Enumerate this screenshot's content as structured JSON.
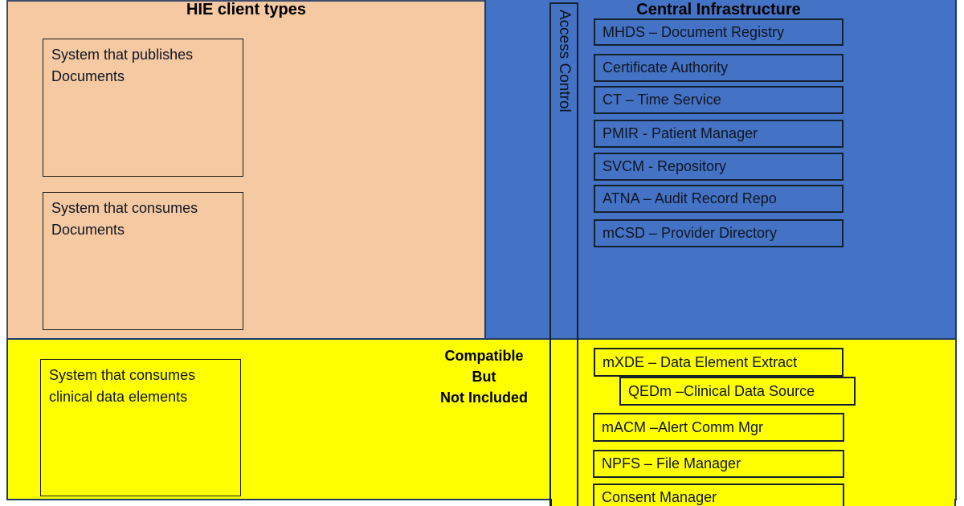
{
  "hie_clients": {
    "title": "HIE client types",
    "publish_box": "System that publishes Documents",
    "consume_box": "System that consumes Documents"
  },
  "access_control": {
    "label": "Access Control"
  },
  "central_infrastructure": {
    "title": "Central Infrastructure",
    "items": [
      "MHDS – Document Registry",
      "Certificate Authority",
      "CT – Time Service",
      "PMIR - Patient Manager",
      "SVCM - Repository",
      "ATNA – Audit Record Repo",
      "mCSD – Provider Directory"
    ]
  },
  "compatible_zone": {
    "note": "Compatible\nBut\nNot Included",
    "consumer_box": "System that consumes clinical data elements",
    "items": [
      "mXDE – Data Element Extract",
      "QEDm –Clinical Data Source",
      "mACM –Alert Comm Mgr",
      "NPFS – File Manager",
      "Consent Manager"
    ]
  },
  "colors": {
    "hie_zone_fill": "#F5C9A2",
    "infrastructure_zone_fill": "#4472C4",
    "compatible_zone_fill": "#FFFF00",
    "zone_border": "#203A66",
    "box_border": "#15202F",
    "text": "#000000"
  }
}
